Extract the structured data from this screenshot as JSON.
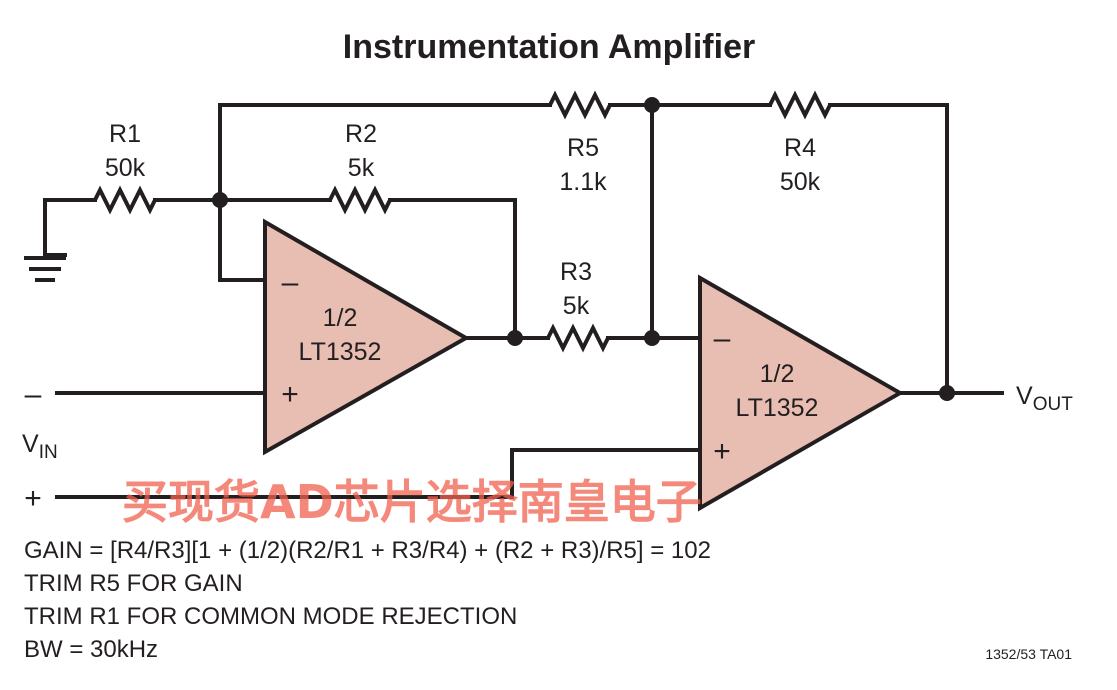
{
  "title": "Instrumentation Amplifier",
  "resistors": {
    "r1": {
      "name": "R1",
      "value": "50k"
    },
    "r2": {
      "name": "R2",
      "value": "5k"
    },
    "r3": {
      "name": "R3",
      "value": "5k"
    },
    "r4": {
      "name": "R4",
      "value": "50k"
    },
    "r5": {
      "name": "R5",
      "value": "1.1k"
    }
  },
  "opamps": {
    "left": {
      "fraction": "1/2",
      "part": "LT1352",
      "inv": "–",
      "noninv": "+"
    },
    "right": {
      "fraction": "1/2",
      "part": "LT1352",
      "inv": "–",
      "noninv": "+"
    }
  },
  "input": {
    "minus": "–",
    "plus": "+",
    "label_main": "V",
    "label_sub": "IN"
  },
  "output": {
    "label_main": "V",
    "label_sub": "OUT"
  },
  "notes": [
    "GAIN = [R4/R3][1 + (1/2)(R2/R1 + R3/R4) + (R2 + R3)/R5] = 102",
    "TRIM R5 FOR GAIN",
    "TRIM R1 FOR COMMON MODE REJECTION",
    "BW = 30kHz"
  ],
  "figure_ref": "1352/53 TA01",
  "watermark": "买现货AD芯片选择南皇电子",
  "colors": {
    "opamp_fill": "#e8bdb2",
    "line": "#231f20",
    "watermark": "#f0624f"
  }
}
